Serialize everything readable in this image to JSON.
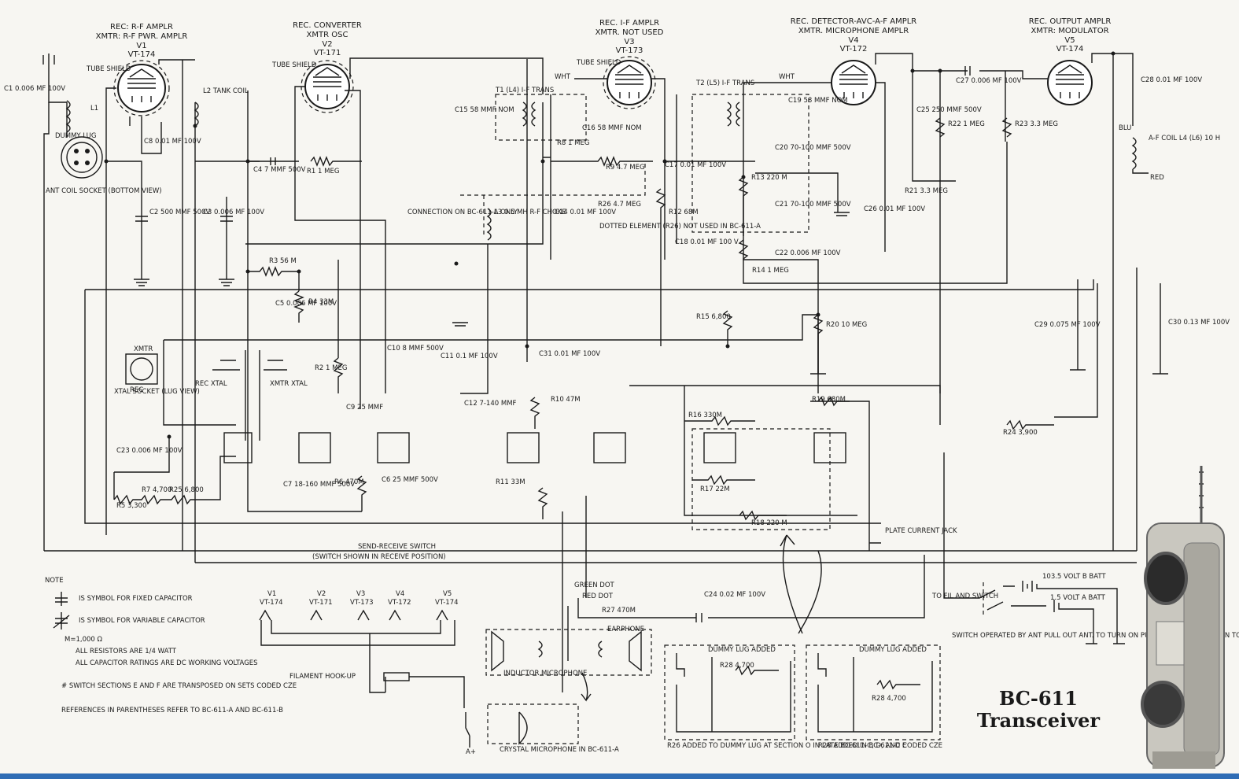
{
  "title": {
    "line1": "BC-611",
    "line2": "Transceiver"
  },
  "tubes": [
    {
      "h1": "REC: R-F AMPLR",
      "h2": "XMTR: R-F PWR. AMPLR",
      "ref": "V1",
      "type": "VT-174"
    },
    {
      "h1": "REC. CONVERTER",
      "h2": "XMTR OSC",
      "ref": "V2",
      "type": "VT-171"
    },
    {
      "h1": "REC. I-F AMPLR",
      "h2": "XMTR. NOT USED",
      "ref": "V3",
      "type": "VT-173"
    },
    {
      "h1": "REC. DETECTOR-AVC-A-F AMPLR",
      "h2": "XMTR. MICROPHONE AMPLR",
      "ref": "V4",
      "type": "VT-172"
    },
    {
      "h1": "REC. OUTPUT AMPLR",
      "h2": "XMTR: MODULATOR",
      "ref": "V5",
      "type": "VT-174"
    }
  ],
  "labels": {
    "tube_shield": "TUBE SHIELD",
    "c1": "C1 0.006 MF 100V",
    "l1": "L1",
    "dummy_lug": "DUMMY LUG",
    "ant_socket": "ANT COIL SOCKET (BOTTOM VIEW)",
    "l2": "L2 TANK COIL",
    "c8": "C8 0.01 MF 100V",
    "c2": "C2 500 MMF 500V",
    "c3": "C3 0.006 MF 100V",
    "c4": "C4 7 MMF 500V",
    "r1": "R1 1 MEG",
    "r3": "R3 56 M",
    "c5": "C5 0.006 MF 100V",
    "r4": "R4 33M",
    "t1": "T1 (L4) I-F TRANS",
    "c15": "C15 58 MMF NOM",
    "c16": "C16 58 MMF NOM",
    "r8": "R8 1 MEG",
    "wht": "WHT",
    "r9": "R9 4.7 MEG",
    "r26": "R26 4.7 MEG",
    "conn_bc611a": "CONNECTION ON BC-611-A ONLY",
    "l3": "L3 0.5 MH R-F CHOKE",
    "c14": "C14 0.01 MF 100V",
    "dotted": "DOTTED ELEMENT (R26) NOT USED IN BC-611-A",
    "c17": "C17 0.01 MF 100V",
    "r12": "R12 68M",
    "t2": "T2 (L5) I-F TRANS",
    "c19": "C19 58 MMF NOM",
    "c20": "C20 70-100 MMF 500V",
    "r13": "R13 220 M",
    "c21": "C21 70-100 MMF 500V",
    "c22": "C22 0.006 MF 100V",
    "c18": "C18 0.01 MF 100 V",
    "r14": "R14 1 MEG",
    "r15": "R15 6,800",
    "r20": "R20 10 MEG",
    "c25": "C25 250 MMF 500V",
    "r22": "R22 1 MEG",
    "c27": "C27 0.006 MF 100V",
    "r23": "R23 3.3 MEG",
    "c28": "C28 0.01 MF 100V",
    "r21": "R21 3.3 MEG",
    "c26": "C26 0.01 MF 100V",
    "blu": "BLU",
    "af_coil": "A-F COIL L4 (L6) 10 H",
    "red": "RED",
    "c29": "C29 0.075 MF 100V",
    "c30": "C30 0.13 MF 100V",
    "xtal_socket": "XTAL SOCKET (LUG VIEW)",
    "xmtr": "XMTR",
    "rec": "REC",
    "rec_xtal": "REC XTAL",
    "xmtr_xtal": "XMTR XTAL",
    "r2": "R2 1 MEG",
    "c10": "C10 8 MMF 500V",
    "c11": "C11 0.1 MF 100V",
    "c12": "C12 7-140 MMF",
    "c31": "C31 0.01 MF 100V",
    "r10": "R10 47M",
    "c9": "C9 25 MMF",
    "c23": "C23 0.006 MF 100V",
    "r5": "R5 3,300",
    "r7": "R7 4,700",
    "r25": "R25 6,800",
    "c7": "C7 18-160 MMF 500V",
    "r6": "R6 470M",
    "c6": "C6 25 MMF 500V",
    "r11": "R11 33M",
    "r16": "R16 330M",
    "r19": "R19 680M",
    "r17": "R17 22M",
    "r18": "R18 220 M",
    "r24": "R24 3,900",
    "plate_jack": "PLATE CURRENT JACK",
    "send_receive": "SEND-RECEIVE SWITCH",
    "switch_shown": "(SWITCH SHOWN IN RECEIVE POSITION)",
    "green_dot": "GREEN DOT",
    "red_dot": "RED DOT",
    "c24": "C24 0.02 MF 100V",
    "r27": "R27 470M",
    "earphone": "EARPHONE",
    "inductor_mic": "INDUCTOR MICROPHONE",
    "crystal_mic": "CRYSTAL MICROPHONE IN BC-611-A",
    "filament": "FILAMENT HOOK-UP",
    "b_batt": "103.5 VOLT B BATT",
    "a_batt": "1.5 VOLT A BATT",
    "to_fil": "TO FIL AND SWITCH",
    "switch_op": "SWITCH OPERATED BY ANT PULL OUT ANT. TO TURN ON PUSH ANT ALL THE WAY IN TO TURN OFF",
    "dummy_added": "DUMMY LUG ADDED",
    "r28": "R28 4,700",
    "r26_note": "R26 ADDED TO DUMMY LUG AT SECTION O IN LATE BC-611-C, D, AND E",
    "r28_note": "R28 ADDED IN BC-611-C CODED CZE",
    "aplus": "A+"
  },
  "notes": [
    "NOTE",
    "IS SYMBOL FOR FIXED CAPACITOR",
    "IS SYMBOL FOR VARIABLE CAPACITOR",
    "M=1,000 Ω",
    "ALL RESISTORS ARE 1/4 WATT",
    "ALL CAPACITOR RATINGS ARE DC WORKING VOLTAGES",
    "# SWITCH SECTIONS E AND F ARE TRANSPOSED ON SETS CODED CZE",
    "REFERENCES IN PARENTHESES REFER TO BC-611-A AND BC-611-B"
  ],
  "colors": {
    "ink": "#1a1a1a",
    "paper": "#f7f6f2",
    "bottom_bar": "#2f6db5"
  }
}
